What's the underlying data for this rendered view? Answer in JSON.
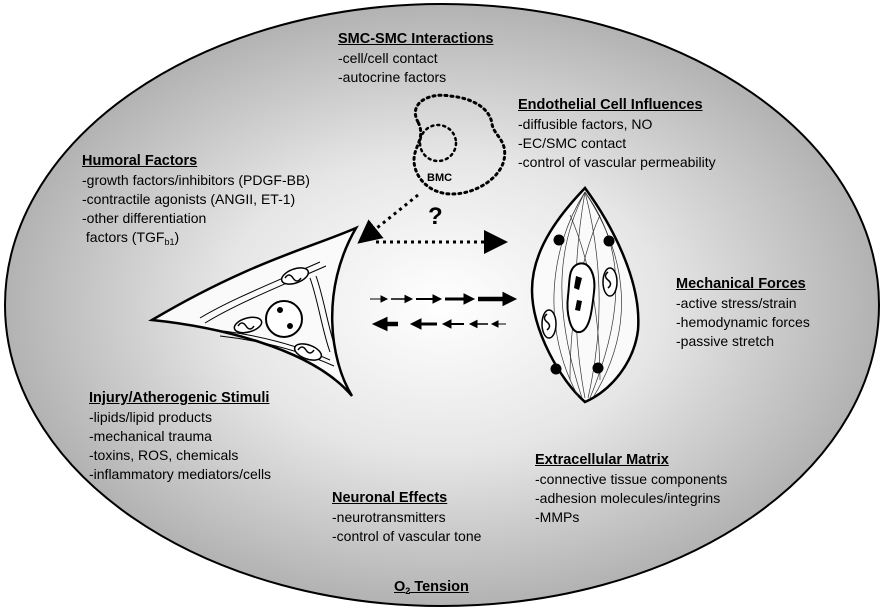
{
  "smc_smc": {
    "heading": "SMC-SMC Interactions",
    "items": [
      "-cell/cell contact",
      "-autocrine factors"
    ]
  },
  "endothelial": {
    "heading": "Endothelial Cell Influences",
    "items": [
      "-diffusible factors, NO",
      "-EC/SMC contact",
      "-control of vascular permeability"
    ]
  },
  "humoral": {
    "heading": "Humoral Factors",
    "items": [
      "-growth factors/inhibitors (PDGF-BB)",
      "-contractile agonists (ANGII, ET-1)",
      "-other differentiation"
    ],
    "last_item_prefix": " factors (TGF",
    "last_item_sub": "b1",
    "last_item_suffix": ")"
  },
  "mechanical": {
    "heading": "Mechanical Forces",
    "items": [
      "-active stress/strain",
      "-hemodynamic forces",
      "-passive stretch"
    ]
  },
  "injury": {
    "heading": "Injury/Atherogenic Stimuli",
    "items": [
      "-lipids/lipid products",
      "-mechanical trauma",
      "-toxins, ROS, chemicals",
      "-inflammatory mediators/cells"
    ]
  },
  "ecm": {
    "heading": "Extracellular Matrix",
    "items": [
      "-connective tissue components",
      "-adhesion molecules/integrins",
      "-MMPs"
    ]
  },
  "neuronal": {
    "heading": "Neuronal Effects",
    "items": [
      "-neurotransmitters",
      "-control of vascular tone"
    ]
  },
  "o2": {
    "main": "O",
    "sub": "2",
    "rest": " Tension"
  },
  "bmc_label": "BMC",
  "question_mark": "?"
}
